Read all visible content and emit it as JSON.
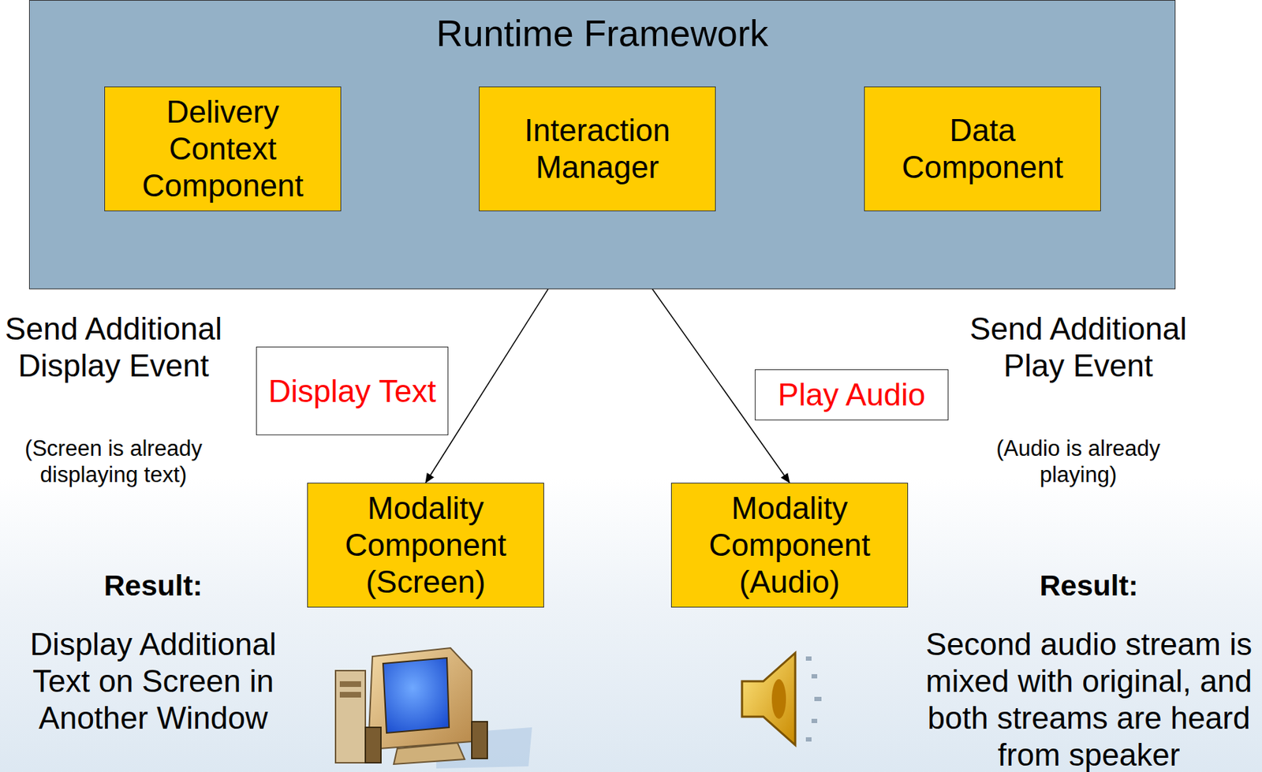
{
  "diagram": {
    "nodes": [
      {
        "text": [
          "Runtime Framework"
        ]
      },
      {
        "text": [
          "Delivery Context Component"
        ],
        "in": 0
      },
      {
        "text": [
          "Interaction Manager"
        ],
        "in": 0
      },
      {
        "text": [
          "Data Component"
        ],
        "in": 0
      },
      {
        "text": [
          "Display Text"
        ]
      },
      {
        "text": [
          "Play Audio"
        ]
      },
      {
        "text": [
          "Modality Component (Screen)"
        ]
      },
      {
        "text": [
          "Modality Component (Audio)"
        ]
      }
    ],
    "edges": [
      {
        "from": 2,
        "to": 6,
        "arrow": "to"
      },
      {
        "from": 2,
        "to": 7,
        "arrow": "to"
      }
    ],
    "labels": [
      "Send Additional Display Event",
      "(Screen is already displaying text)",
      "Result:",
      "Display Additional Text on Screen in Another Window",
      "Send Additional Play Event",
      "(Audio is already playing)",
      "Result:",
      "Second audio stream is mixed with original, and both streams are heard from speaker"
    ]
  }
}
